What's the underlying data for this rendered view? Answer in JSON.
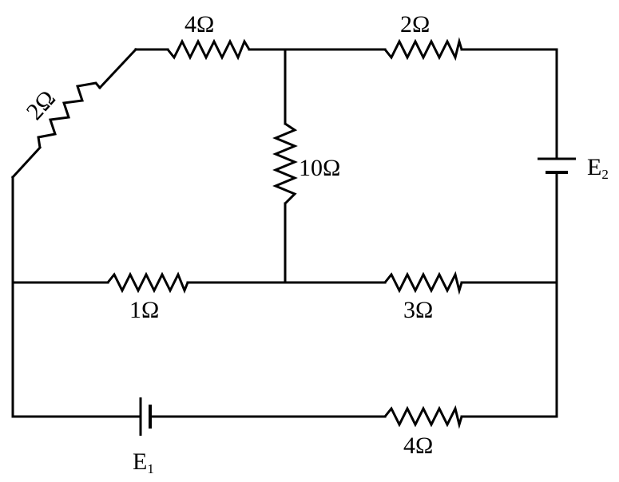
{
  "colors": {
    "ink": "#000000",
    "background": "#ffffff"
  },
  "resistors": {
    "r_top_left_diag": "2Ω",
    "r_top_left": "4Ω",
    "r_top_right": "2Ω",
    "r_middle_vertical": "10Ω",
    "r_middle_left": "1Ω",
    "r_middle_right": "3Ω",
    "r_bottom": "4Ω"
  },
  "batteries": {
    "e1": {
      "letter": "E",
      "subscript": "1"
    },
    "e2": {
      "letter": "E",
      "subscript": "2"
    }
  }
}
